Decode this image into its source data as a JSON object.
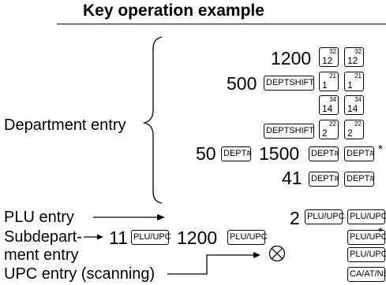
{
  "title": "Key operation example",
  "labels": {
    "department": "Department entry",
    "plu": "PLU entry",
    "subdept_line1": "Subdepart-",
    "subdept_line2": "ment entry",
    "upc": "UPC entry (scanning)"
  },
  "numbers": {
    "n1200": "1200",
    "n500": "500",
    "n50": "50",
    "n1500": "1500",
    "n41": "41",
    "n2": "2",
    "n11": "11",
    "n1200b": "1200"
  },
  "keys": {
    "d12": {
      "main": "12",
      "sup": "32"
    },
    "d1": {
      "main": "1",
      "sup": "21"
    },
    "d14": {
      "main": "14",
      "sup": "34"
    },
    "d2": {
      "main": "2",
      "sup": "22"
    },
    "deptshift": "DEPTSHIFT",
    "dept_hash": "DEPT#",
    "plu_upc": "PLU/UPC",
    "ca_at_ns": "CA/AT/NS"
  },
  "asterisk": "*"
}
